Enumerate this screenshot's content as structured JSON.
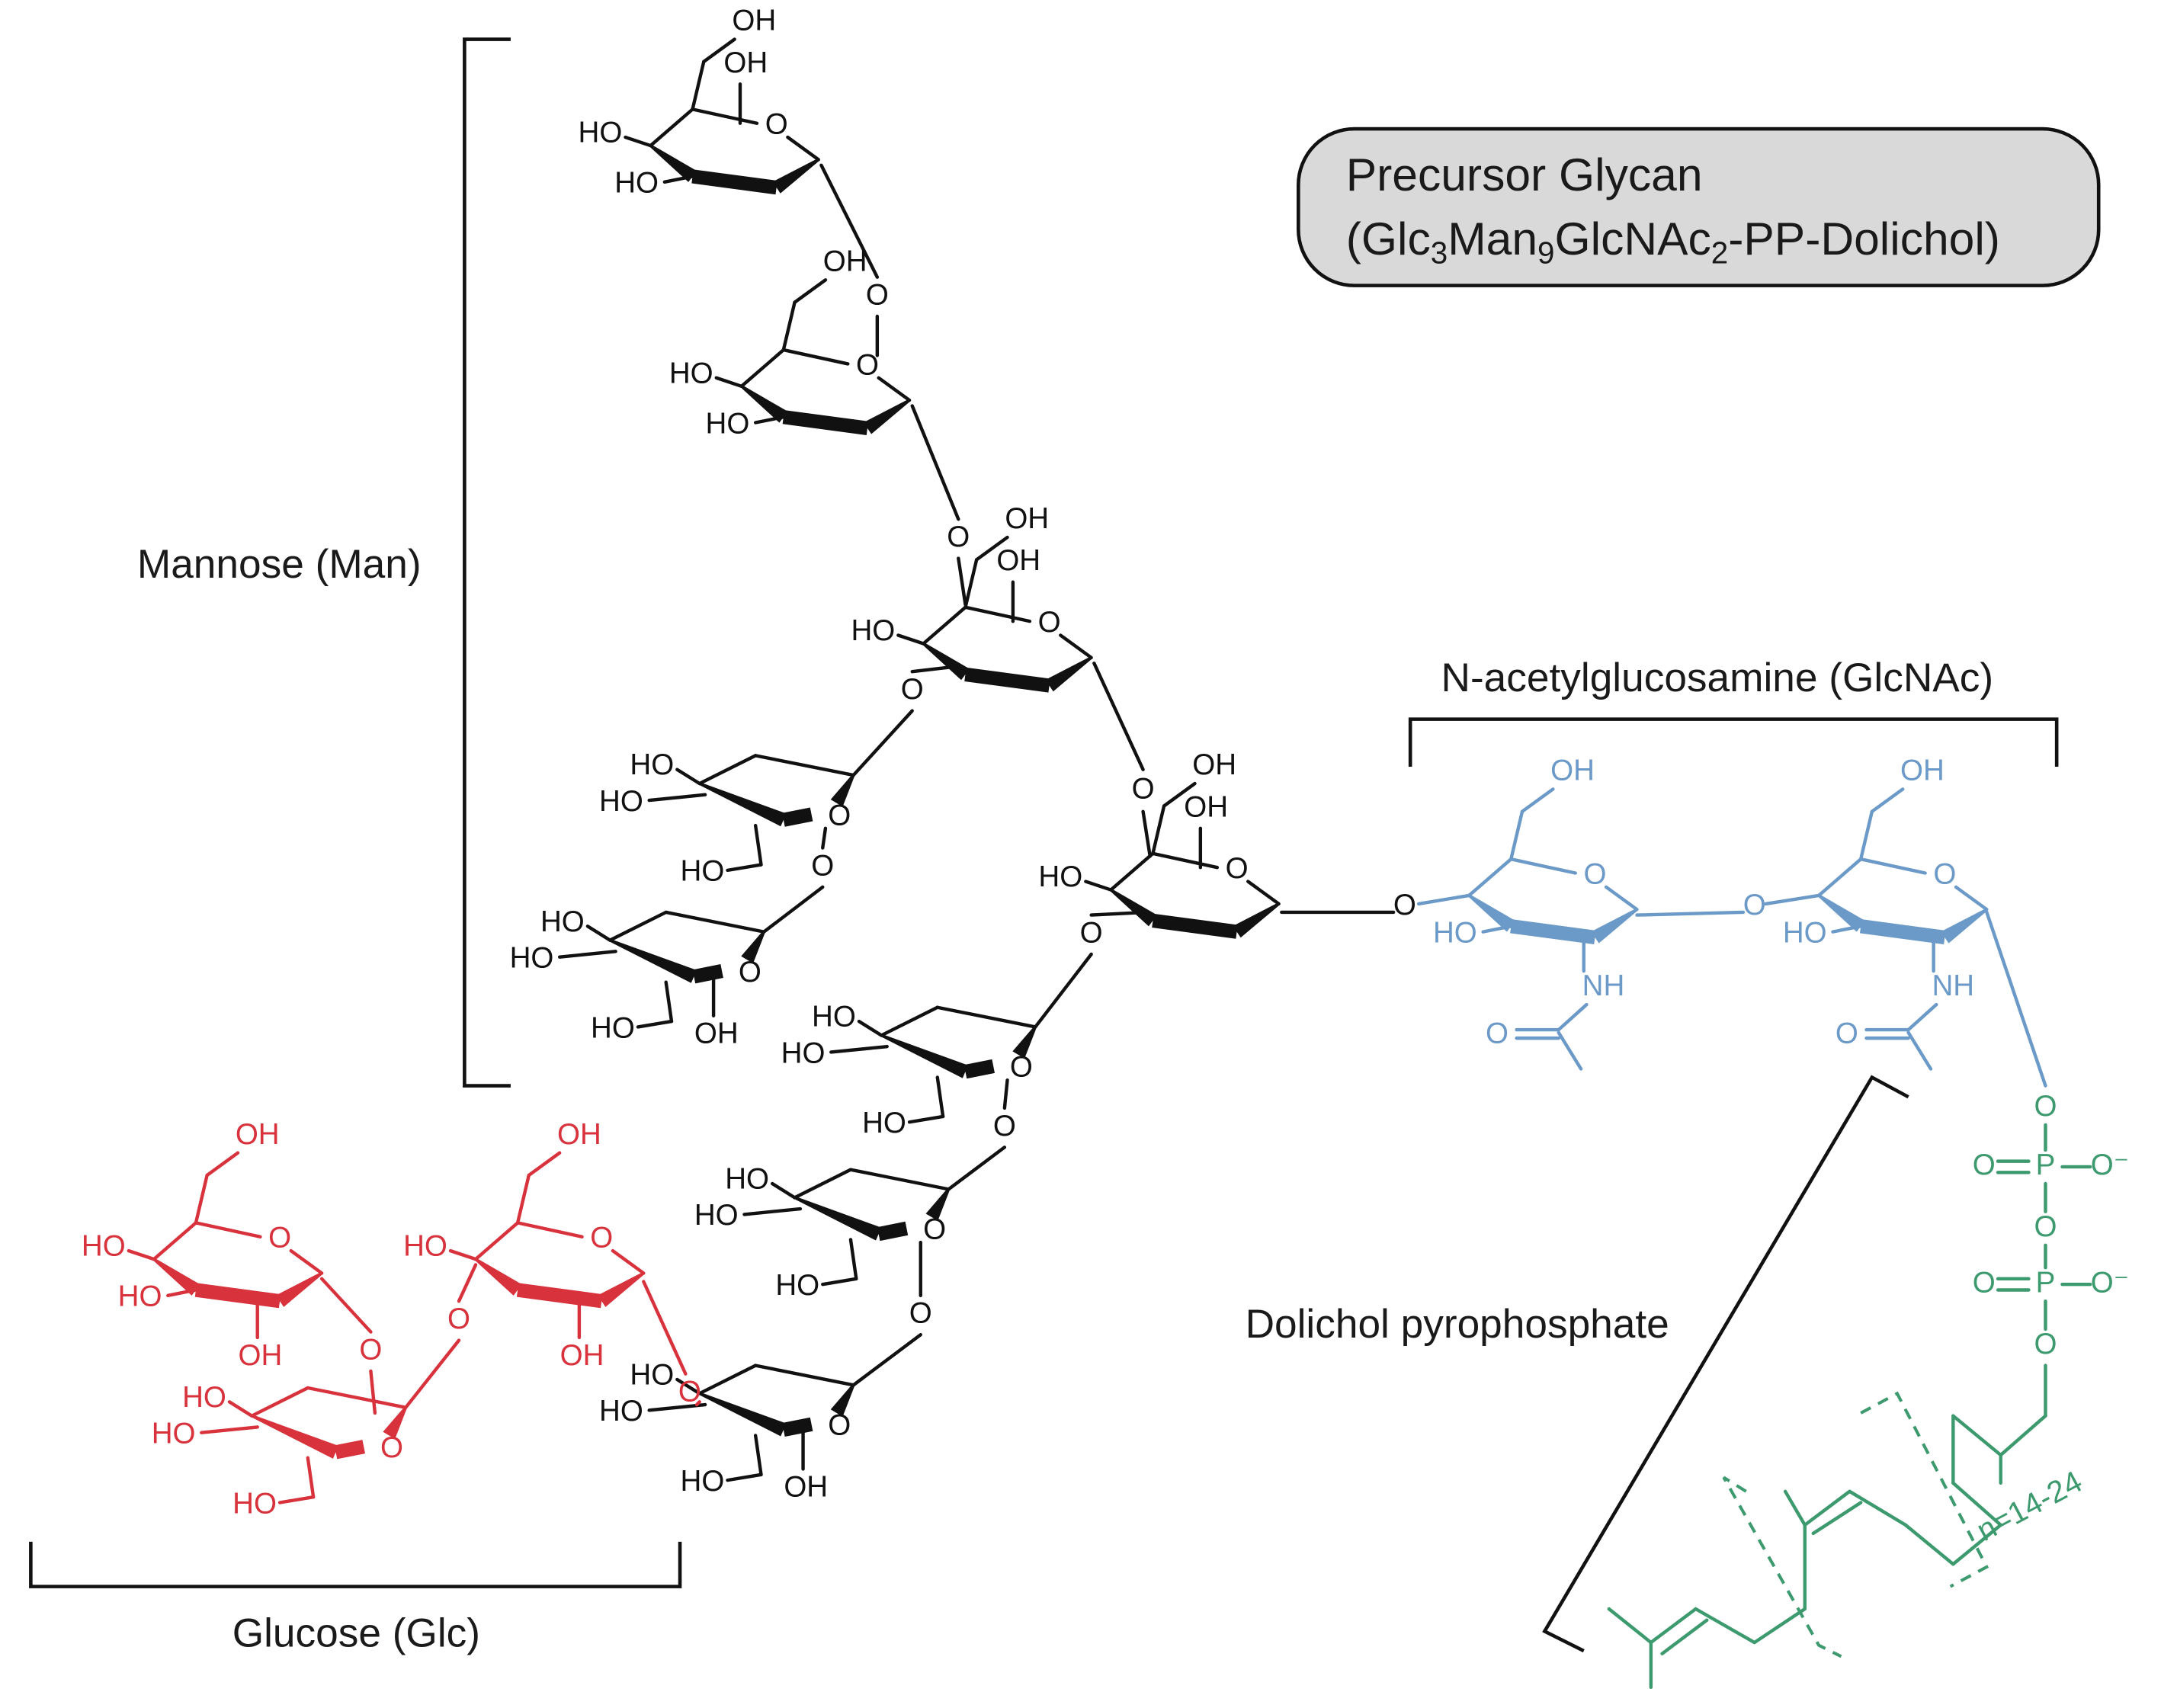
{
  "title_box": {
    "line1": "Precursor Glycan",
    "line2_parts": [
      "(Glc",
      "3",
      "Man",
      "9",
      "GlcNAc",
      "2",
      "-PP-Dolichol)"
    ]
  },
  "labels": {
    "mannose": "Mannose (Man)",
    "glucose": "Glucose (Glc)",
    "glcnac": "N-acetylglucosamine (GlcNAc)",
    "dolichol": "Dolichol pyrophosphate",
    "repeat": "n=14-24"
  },
  "atoms": {
    "oh": "OH",
    "ho": "HO",
    "o": "O",
    "nh": "NH",
    "p": "P",
    "o_minus": "O⁻"
  },
  "colors": {
    "mannose": "#111111",
    "glucose": "#d8323c",
    "glcnac": "#6c9ac8",
    "dolichol": "#3c9a6e",
    "title_fill": "#d9d9d9"
  }
}
